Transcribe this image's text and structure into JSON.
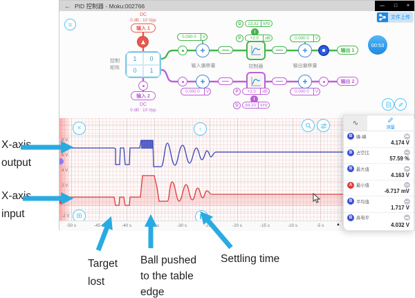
{
  "window": {
    "title": "PID 控制器 - Moku:002766",
    "back_icon": "←",
    "minimize": "—",
    "maximize": "□",
    "close": "×"
  },
  "toolbar": {
    "share_label": "文件上传"
  },
  "diagram": {
    "menu_icon": "≡",
    "timer": "00:53",
    "input1": {
      "coupling": "DC",
      "range": "0 dB : 10 Vpp",
      "label": "输入 1"
    },
    "input2": {
      "coupling": "DC",
      "range": "0 dB : 10 Vpp",
      "label": "输入 2"
    },
    "matrix": {
      "label1": "控制",
      "label2": "矩阵",
      "cells": [
        "1",
        "0",
        "0",
        "1"
      ]
    },
    "labels": {
      "input_offset": "输入偏移量",
      "controller": "控制器",
      "output_offset": "输出偏移量"
    },
    "ch1": {
      "offset_in": "0.000 0",
      "offset_in_unit": "V",
      "d": "D",
      "d_value": "23.32",
      "d_unit": "kHz",
      "i": "I",
      "p": "P",
      "p_value": "+2.0",
      "p_unit": "dB",
      "offset_out": "0.000 0",
      "offset_out_unit": "V",
      "output": "输出 1"
    },
    "ch2": {
      "offset_in": "0.000 0",
      "offset_in_unit": "V",
      "p": "P",
      "p_value": "+2.0",
      "p_unit": "dB",
      "i": "I",
      "d": "D",
      "d_value": "84.20",
      "d_unit": "kHz",
      "offset_out": "0.000 0",
      "offset_out_unit": "V",
      "output": "输出 2"
    }
  },
  "scope": {
    "close_icon": "×",
    "upload_icon": "↑",
    "grid_icon": "⊞",
    "collapse_icon": "▲",
    "y_ticks": [
      "8 V",
      "6 V",
      "4 V",
      "2 V",
      "0 V",
      "-2 V"
    ],
    "x_ticks": [
      "-50 s",
      "-45 s",
      "-40 s",
      "-35 s",
      "-30 s",
      "-25 s",
      "-20 s",
      "-15 s",
      "-10 s",
      "-5 s"
    ]
  },
  "panel": {
    "wave_tab_icon": "∿",
    "measure_tab": "测量",
    "rows": [
      {
        "channel": "B",
        "label": "峰-峰",
        "value": "4.174 V"
      },
      {
        "channel": "B",
        "label": "占空比",
        "value": "57.59 %"
      },
      {
        "channel": "B",
        "label": "最大值",
        "value": "4.163 V"
      },
      {
        "channel": "A",
        "label": "最小值",
        "value": "-6.717 mV"
      },
      {
        "channel": "B",
        "label": "平均值",
        "value": "1.717 V"
      },
      {
        "channel": "B",
        "label": "高电平",
        "value": "4.032 V"
      }
    ]
  },
  "annotations": {
    "output": [
      "X-axis",
      "output"
    ],
    "input": [
      "X-axis",
      "input"
    ],
    "target": [
      "Target",
      "lost"
    ],
    "ball": [
      "Ball pushed",
      "to the table",
      "edge"
    ],
    "settling": [
      "Settling time"
    ]
  },
  "colors": {
    "green": "#43b64c",
    "purple": "#bd5fd6",
    "red": "#e8584f",
    "accent_blue": "#2196f3",
    "icon_blue": "#58c3f1",
    "annotation_blue": "#29abe2",
    "chA": "#e23b3b",
    "chB": "#3952d3"
  }
}
